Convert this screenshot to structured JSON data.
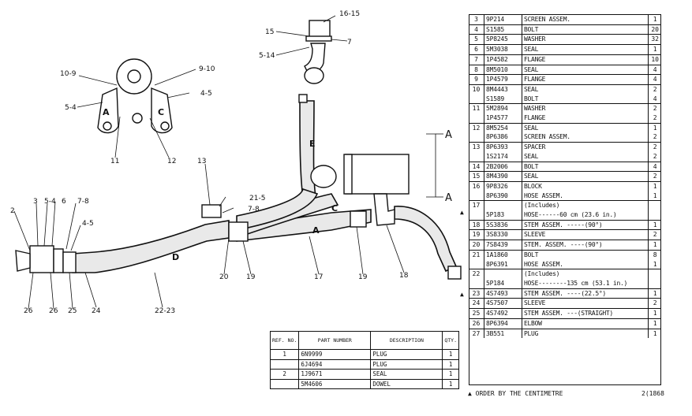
{
  "callouts": {
    "c16_15": "16-15",
    "c15a": "15",
    "c7a": "7",
    "c5_14": "5-14",
    "c10_9": "10-9",
    "c9_10": "9-10",
    "c5_4a": "5-4",
    "c4_5a": "4-5",
    "c11": "11",
    "c12": "12",
    "c13": "13",
    "c21_5": "21-5",
    "c7_8a": "7-8",
    "c2": "2",
    "c3": "3",
    "c5_4b": "5-4",
    "c6": "6",
    "c7_8b": "7-8",
    "c4_5b": "4-5",
    "c26a": "26",
    "c26b": "26",
    "c25": "25",
    "c24": "24",
    "c22_23": "22-23",
    "c20": "20",
    "c19a": "19",
    "c17": "17",
    "c19b": "19",
    "c18": "18",
    "hoseA": "A",
    "hoseC": "C",
    "hoseD": "D",
    "hoseE": "E",
    "clampA": "A",
    "clampC": "C",
    "sectionA1": "A",
    "sectionA2": "A"
  },
  "parts_table": {
    "rows": [
      {
        "ref": "3",
        "pn": "9P214",
        "desc": "SCREEN ASSEM.",
        "qty": "1"
      },
      {
        "ref": "4",
        "pn": "S1585",
        "desc": "BOLT",
        "qty": "20"
      },
      {
        "ref": "5",
        "pn": "5P8245",
        "desc": "WASHER",
        "qty": "32"
      },
      {
        "ref": "6",
        "pn": "5M3038",
        "desc": "SEAL",
        "qty": "1"
      },
      {
        "ref": "7",
        "pn": "1P4582",
        "desc": "FLANGE",
        "qty": "10"
      },
      {
        "ref": "8",
        "pn": "8M5010",
        "desc": "SEAL",
        "qty": "4"
      },
      {
        "ref": "9",
        "pn": "1P4579",
        "desc": "FLANGE",
        "qty": "4"
      },
      {
        "ref": "10",
        "pn": "8M4443",
        "desc": "SEAL",
        "qty": "2"
      },
      {
        "ref": "",
        "pn": "S1589",
        "desc": "BOLT",
        "qty": "4"
      },
      {
        "ref": "11",
        "pn": "5M2894",
        "desc": "WASHER",
        "qty": "2"
      },
      {
        "ref": "",
        "pn": "1P4577",
        "desc": "FLANGE",
        "qty": "2"
      },
      {
        "ref": "12",
        "pn": "8M5254",
        "desc": "SEAL",
        "qty": "1"
      },
      {
        "ref": "",
        "pn": "8P6386",
        "desc": "SCREEN ASSEM.",
        "qty": "2"
      },
      {
        "ref": "13",
        "pn": "8P6393",
        "desc": "SPACER",
        "qty": "2"
      },
      {
        "ref": "",
        "pn": "1S2174",
        "desc": "SEAL",
        "qty": "2"
      },
      {
        "ref": "14",
        "pn": "2B2006",
        "desc": "BOLT",
        "qty": "4"
      },
      {
        "ref": "15",
        "pn": "8M4390",
        "desc": "SEAL",
        "qty": "2"
      },
      {
        "ref": "16",
        "pn": "9P8326",
        "desc": "BLOCK",
        "qty": "1"
      },
      {
        "ref": "",
        "pn": "8P6390",
        "desc": "HOSE ASSEM.",
        "qty": "1"
      },
      {
        "ref": "17",
        "pn": "",
        "desc": "    (Includes)",
        "qty": ""
      },
      {
        "ref": "",
        "pn": "5P183",
        "desc": "    HOSE------60 cm (23.6 in.)",
        "qty": ""
      },
      {
        "ref": "18",
        "pn": "5S3836",
        "desc": "    STEM ASSEM. -----(90°)",
        "qty": "1"
      },
      {
        "ref": "19",
        "pn": "3S8330",
        "desc": "    SLEEVE",
        "qty": "2"
      },
      {
        "ref": "20",
        "pn": "7S8439",
        "desc": "    STEM. ASSEM. ----(90°)",
        "qty": "1"
      },
      {
        "ref": "21",
        "pn": "1A1860",
        "desc": "BOLT",
        "qty": "8"
      },
      {
        "ref": "",
        "pn": "8P6391",
        "desc": "HOSE ASSEM.",
        "qty": "1"
      },
      {
        "ref": "22",
        "pn": "",
        "desc": "    (Includes)",
        "qty": ""
      },
      {
        "ref": "",
        "pn": "5P184",
        "desc": "    HOSE--------135 cm (53.1 in.)",
        "qty": ""
      },
      {
        "ref": "23",
        "pn": "4S7493",
        "desc": "    STEM ASSEM. ----(22.5°)",
        "qty": "1"
      },
      {
        "ref": "24",
        "pn": "4S7507",
        "desc": "    SLEEVE",
        "qty": "2"
      },
      {
        "ref": "25",
        "pn": "4S7492",
        "desc": "    STEM ASSEM. ---(STRAIGHT)",
        "qty": "1"
      },
      {
        "ref": "26",
        "pn": "8P6394",
        "desc": "ELBOW",
        "qty": "1"
      },
      {
        "ref": "27",
        "pn": "3B551",
        "desc": "PLUG",
        "qty": "1"
      }
    ],
    "marker": "▲",
    "footnote": "▲ ORDER BY THE CENTIMETRE",
    "drawing_number": "2(1868"
  },
  "small_table": {
    "headers": {
      "ref": "REF. NO.",
      "part": "PART NUMBER",
      "desc": "DESCRIPTION",
      "qty": "QTY."
    },
    "rows": [
      {
        "ref": "1",
        "pn": "6N9999",
        "desc": "PLUG",
        "qty": "1"
      },
      {
        "ref": "",
        "pn": "6J4694",
        "desc": "PLUG",
        "qty": "1"
      },
      {
        "ref": "2",
        "pn": "1J9671",
        "desc": "SEAL",
        "qty": "1"
      },
      {
        "ref": "",
        "pn": "5M4606",
        "desc": "DOWEL",
        "qty": "1"
      }
    ]
  }
}
